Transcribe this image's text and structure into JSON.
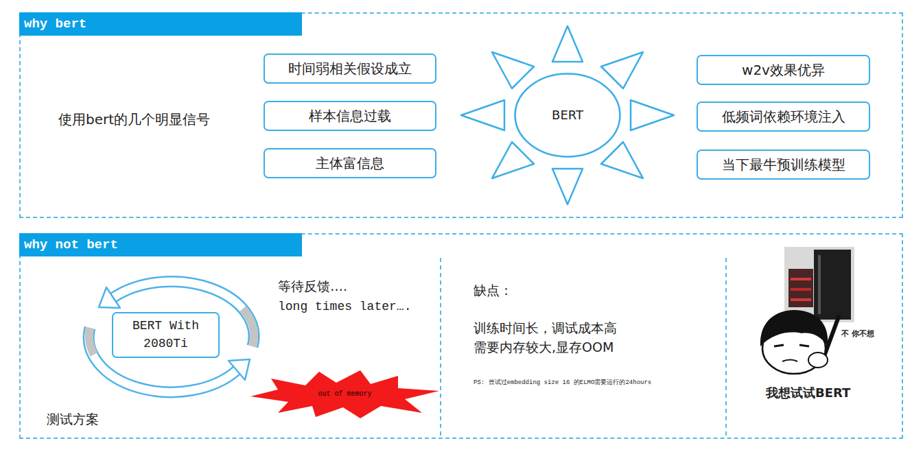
{
  "diagram": {
    "nodes": [
      {
        "text": [
          "why bert"
        ]
      },
      {
        "text": [
          "时间弱相关假设成立"
        ],
        "in": 0
      },
      {
        "text": [
          "样本信息过载"
        ],
        "in": 0
      },
      {
        "text": [
          "主体富信息"
        ],
        "in": 0
      },
      {
        "text": [
          "BERT"
        ],
        "in": 0
      },
      {
        "text": [
          "w2v效果优异"
        ],
        "in": 0
      },
      {
        "text": [
          "低频词依赖环境注入"
        ],
        "in": 0
      },
      {
        "text": [
          "当下最牛预训练模型"
        ],
        "in": 0
      },
      {
        "text": [
          "why not bert"
        ]
      },
      {
        "text": [
          "BERT With 2080Ti"
        ],
        "in": 8
      },
      {
        "text": [
          "out of memory"
        ],
        "in": 8
      }
    ],
    "labels": [
      "使用bert的几个明显信号",
      "等待反馈….",
      "long times later….",
      "测试方案",
      "缺点：",
      "训练时间长，调试成本高",
      "需要内存较大,显存OOM",
      "PS: 曾试过embedding size 16 的ELMO需要运行的24hours",
      "不 你不想",
      "我想试试BERT"
    ]
  }
}
